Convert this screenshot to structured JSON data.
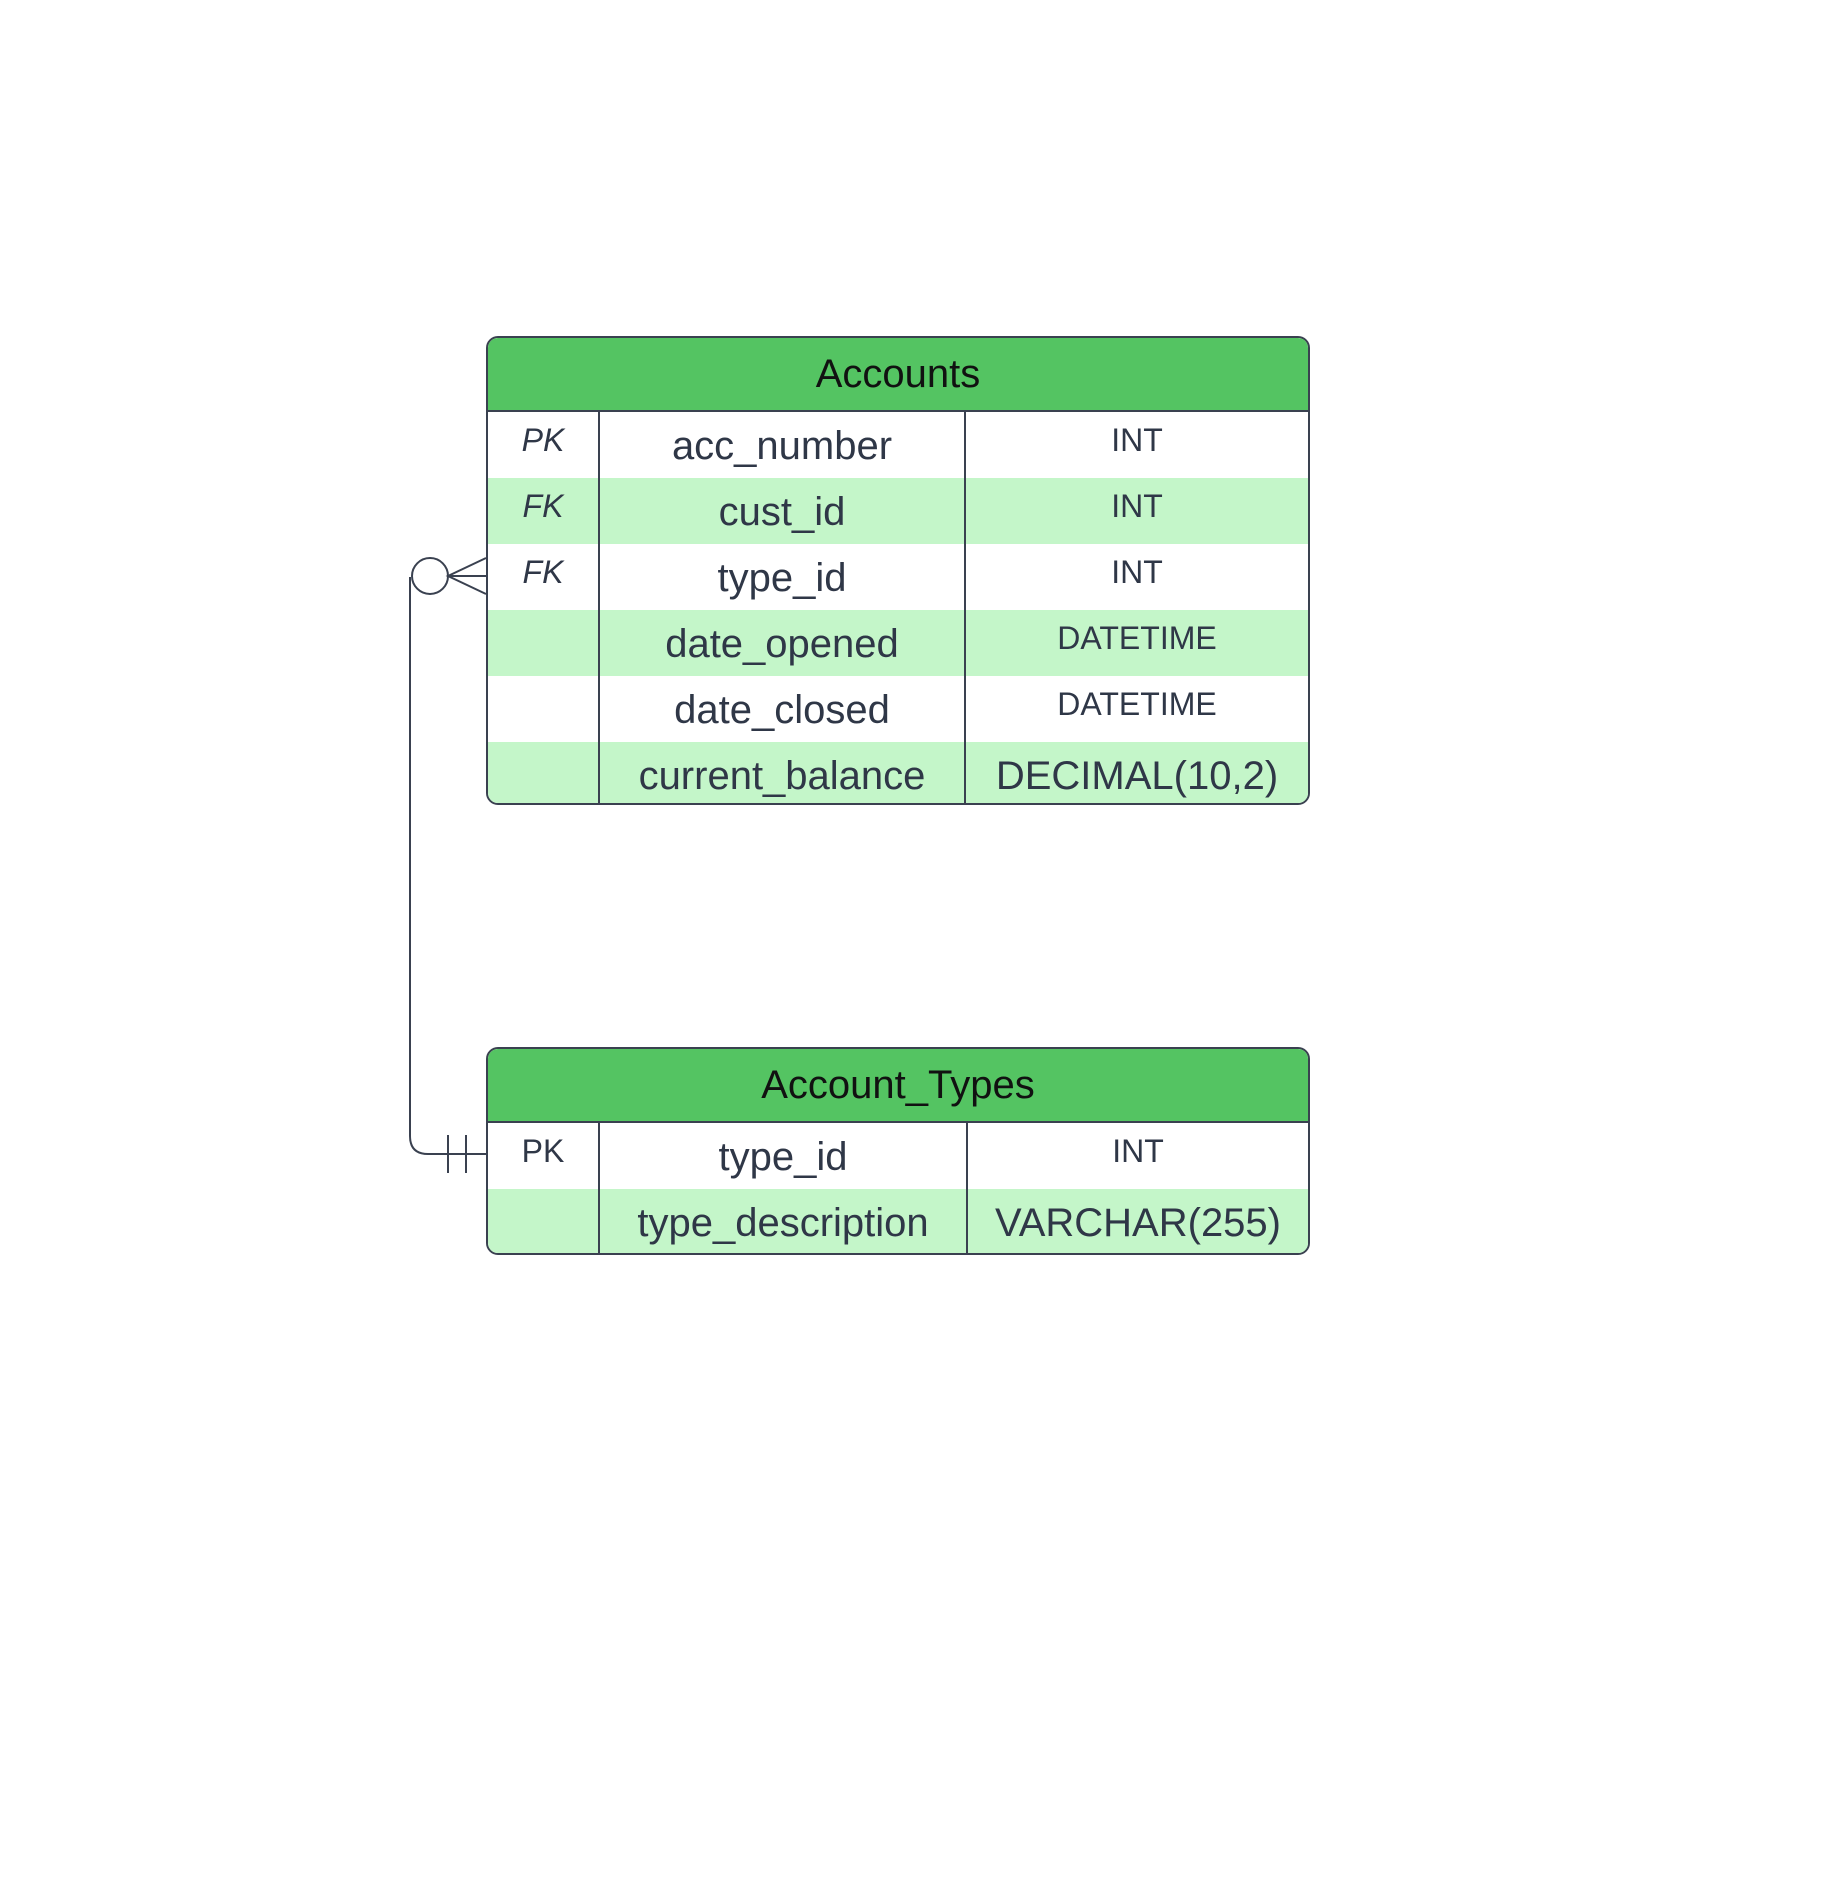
{
  "colors": {
    "header_fill": "#54c462",
    "alt_row_fill": "#c4f6c9",
    "border": "#3a4150",
    "text": "#2f3747",
    "title_text": "#111111",
    "connector": "#3a4150"
  },
  "entities": {
    "accounts": {
      "title": "Accounts",
      "rows": [
        {
          "key": "PK",
          "name": "acc_number",
          "type": "INT"
        },
        {
          "key": "FK",
          "name": "cust_id",
          "type": "INT"
        },
        {
          "key": "FK",
          "name": "type_id",
          "type": "INT"
        },
        {
          "key": "",
          "name": "date_opened",
          "type": "DATETIME"
        },
        {
          "key": "",
          "name": "date_closed",
          "type": "DATETIME"
        },
        {
          "key": "",
          "name": "current_balance",
          "type": "DECIMAL(10,2)"
        }
      ]
    },
    "account_types": {
      "title": "Account_Types",
      "rows": [
        {
          "key": "PK",
          "name": "type_id",
          "type": "INT"
        },
        {
          "key": "",
          "name": "type_description",
          "type": "VARCHAR(255)"
        }
      ]
    }
  },
  "relationship": {
    "from": "Accounts.type_id",
    "to": "Account_Types.type_id",
    "from_cardinality": "zero-or-many",
    "to_cardinality": "exactly-one"
  }
}
